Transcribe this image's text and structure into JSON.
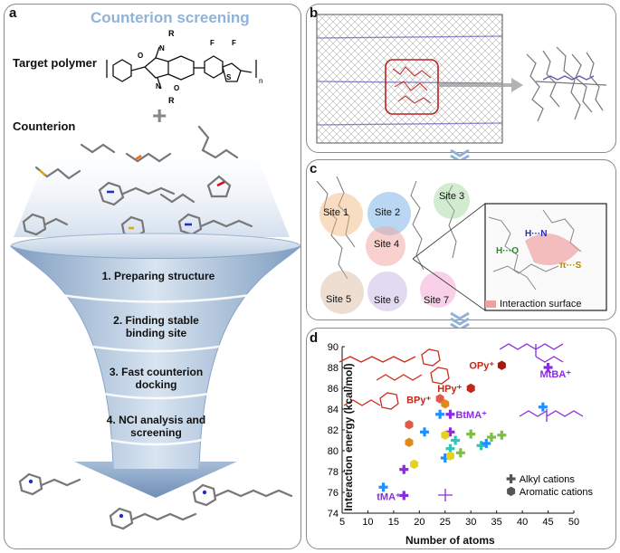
{
  "panel_a": {
    "label": "a",
    "title": "Counterion screening",
    "target_polymer_label": "Target polymer",
    "counterion_label": "Counterion",
    "plus_sign": "+",
    "dots": "......",
    "funnel_steps": [
      "1. Preparing structure",
      "2. Finding stable binding site",
      "3. Fast counterion docking",
      "4. NCI analysis and screening"
    ],
    "funnel_steps_display": [
      [
        "1. Preparing structure"
      ],
      [
        "2. Finding stable",
        "binding site"
      ],
      [
        "3. Fast counterion",
        "docking"
      ],
      [
        "4. NCI analysis and",
        "screening"
      ]
    ],
    "polymer_atoms": {
      "R": "R",
      "O": "O",
      "N": "N",
      "F": "F",
      "S": "S",
      "n": "n"
    }
  },
  "panel_b": {
    "label": "b"
  },
  "panel_c": {
    "label": "c",
    "sites": [
      "Site 1",
      "Site 2",
      "Site 3",
      "Site 4",
      "Site 5",
      "Site 6",
      "Site 7"
    ],
    "zoom_labels": {
      "h_bond": "H···N",
      "h_o": "H···O",
      "pi_s": "π···S"
    },
    "legend": "Interaction surface"
  },
  "panel_d": {
    "label": "d",
    "xlabel": "Number of atoms",
    "ylabel": "Interaction energy (kcal/mol)",
    "legend": [
      "Alkyl cations",
      "Aromatic cations"
    ],
    "colors": {
      "alkyl_purple": "#8a2be2",
      "aromatic_red": "#c0281a",
      "accent_blue": "#1e90ff"
    }
  },
  "chart_data": {
    "type": "scatter",
    "xlim": [
      5,
      50
    ],
    "ylim": [
      74,
      90
    ],
    "xticks": [
      5,
      10,
      15,
      20,
      25,
      30,
      35,
      40,
      45,
      50
    ],
    "yticks": [
      74,
      76,
      78,
      80,
      82,
      84,
      86,
      88,
      90
    ],
    "xlabel": "Number of atoms",
    "ylabel": "Interaction energy (kcal/mol)",
    "legend_position": "bottom-right",
    "series": [
      {
        "name": "Alkyl cations",
        "marker": "plus",
        "points": [
          {
            "x": 13,
            "y": 76.5,
            "color": "#1e90ff"
          },
          {
            "x": 17,
            "y": 75.7,
            "color": "#8a2be2",
            "label": "tMA⁺"
          },
          {
            "x": 17,
            "y": 78.2,
            "color": "#8a2be2"
          },
          {
            "x": 21,
            "y": 81.8,
            "color": "#1e90ff"
          },
          {
            "x": 24,
            "y": 83.5,
            "color": "#1e90ff"
          },
          {
            "x": 26,
            "y": 83.5,
            "color": "#8a2be2",
            "label": "BtMA⁺"
          },
          {
            "x": 26,
            "y": 81.8,
            "color": "#8a2be2"
          },
          {
            "x": 25,
            "y": 79.3,
            "color": "#1e90ff"
          },
          {
            "x": 26,
            "y": 80.2,
            "color": "#2ec4b6"
          },
          {
            "x": 27,
            "y": 81.0,
            "color": "#2ec4b6"
          },
          {
            "x": 28,
            "y": 79.8,
            "color": "#7bc043"
          },
          {
            "x": 30,
            "y": 81.6,
            "color": "#7bc043"
          },
          {
            "x": 32,
            "y": 80.5,
            "color": "#2ec4b6"
          },
          {
            "x": 33,
            "y": 80.7,
            "color": "#1e90ff"
          },
          {
            "x": 34,
            "y": 81.3,
            "color": "#7bc043"
          },
          {
            "x": 36,
            "y": 81.5,
            "color": "#7bc043"
          },
          {
            "x": 44,
            "y": 84.2,
            "color": "#1e90ff"
          },
          {
            "x": 45,
            "y": 88.0,
            "color": "#8a2be2",
            "label": "MtBA⁺"
          }
        ]
      },
      {
        "name": "Aromatic cations",
        "marker": "hexagon",
        "points": [
          {
            "x": 18,
            "y": 82.5,
            "color": "#e05a47"
          },
          {
            "x": 18,
            "y": 80.8,
            "color": "#e08a1e"
          },
          {
            "x": 19,
            "y": 78.7,
            "color": "#e5d21a"
          },
          {
            "x": 24,
            "y": 85.0,
            "color": "#e05a47",
            "label": "BPy⁺"
          },
          {
            "x": 25,
            "y": 84.5,
            "color": "#e08a1e"
          },
          {
            "x": 25,
            "y": 81.5,
            "color": "#e5d21a"
          },
          {
            "x": 26,
            "y": 79.5,
            "color": "#e5d21a"
          },
          {
            "x": 30,
            "y": 86.0,
            "color": "#c0281a",
            "label": "HPy⁺"
          },
          {
            "x": 36,
            "y": 88.2,
            "color": "#a01a10",
            "label": "OPy⁺"
          }
        ]
      }
    ]
  }
}
